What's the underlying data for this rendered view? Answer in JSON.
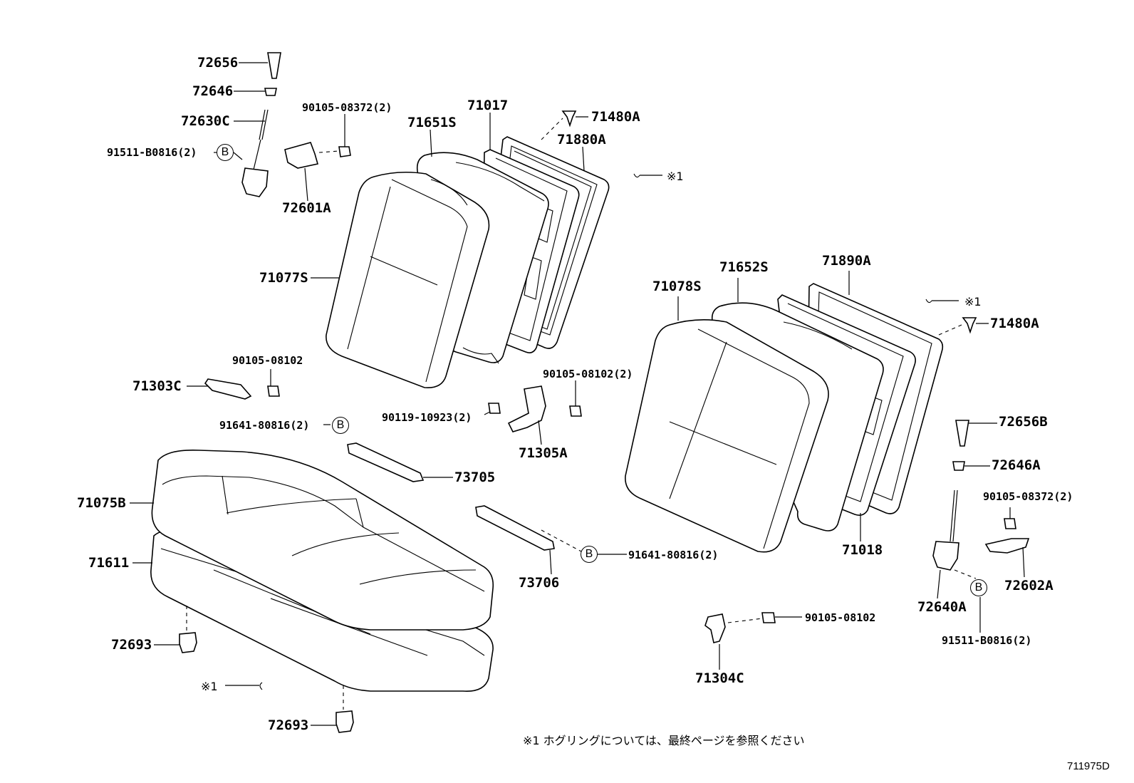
{
  "diagram": {
    "drawing_number": "711975D",
    "footnote": "※1 ホグリングについては、最終ページを参照ください",
    "ref_marker": "B",
    "parts_left": [
      {
        "id": "p_72656",
        "label": "72656"
      },
      {
        "id": "p_72646",
        "label": "72646"
      },
      {
        "id": "p_72630c",
        "label": "72630C"
      },
      {
        "id": "p_91511_l",
        "label": "91511-B0816(2)"
      },
      {
        "id": "p_90105_08372_l",
        "label": "90105-08372(2)"
      },
      {
        "id": "p_72601a",
        "label": "72601A"
      },
      {
        "id": "p_71017",
        "label": "71017"
      },
      {
        "id": "p_71651s",
        "label": "71651S"
      },
      {
        "id": "p_71480a_l",
        "label": "71480A"
      },
      {
        "id": "p_71880a",
        "label": "71880A"
      },
      {
        "id": "p_hog_l",
        "label": "※1"
      },
      {
        "id": "p_71077s",
        "label": "71077S"
      },
      {
        "id": "p_90105_08102_l",
        "label": "90105-08102"
      },
      {
        "id": "p_71303c",
        "label": "71303C"
      },
      {
        "id": "p_91641_l",
        "label": "91641-80816(2)"
      },
      {
        "id": "p_90119",
        "label": "90119-10923(2)"
      },
      {
        "id": "p_90105_08102_2",
        "label": "90105-08102(2)"
      },
      {
        "id": "p_71305a",
        "label": "71305A"
      },
      {
        "id": "p_73705",
        "label": "73705"
      },
      {
        "id": "p_71075b",
        "label": "71075B"
      },
      {
        "id": "p_71611",
        "label": "71611"
      },
      {
        "id": "p_73706",
        "label": "73706"
      },
      {
        "id": "p_91641_r",
        "label": "91641-80816(2)"
      },
      {
        "id": "p_72693_a",
        "label": "72693"
      },
      {
        "id": "p_hog_b",
        "label": "※1"
      },
      {
        "id": "p_72693_b",
        "label": "72693"
      }
    ],
    "parts_right": [
      {
        "id": "p_71078s",
        "label": "71078S"
      },
      {
        "id": "p_71652s",
        "label": "71652S"
      },
      {
        "id": "p_71890a",
        "label": "71890A"
      },
      {
        "id": "p_hog_r",
        "label": "※1"
      },
      {
        "id": "p_71480a_r",
        "label": "71480A"
      },
      {
        "id": "p_72656b",
        "label": "72656B"
      },
      {
        "id": "p_72646a",
        "label": "72646A"
      },
      {
        "id": "p_90105_08372_r",
        "label": "90105-08372(2)"
      },
      {
        "id": "p_72602a",
        "label": "72602A"
      },
      {
        "id": "p_72640a",
        "label": "72640A"
      },
      {
        "id": "p_91511_r",
        "label": "91511-B0816(2)"
      },
      {
        "id": "p_71018",
        "label": "71018"
      },
      {
        "id": "p_90105_08102_r",
        "label": "90105-08102"
      },
      {
        "id": "p_71304c",
        "label": "71304C"
      }
    ]
  }
}
